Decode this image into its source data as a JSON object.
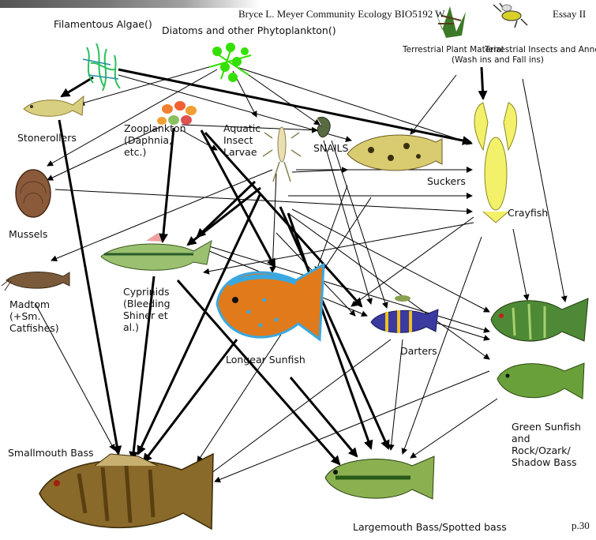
{
  "header": {
    "author_course": "Bryce L. Meyer Community Ecology BIO5192 W",
    "essay": "Essay II",
    "page": "p.30"
  },
  "nodes": {
    "filamentous_algae": "Filamentous Algae()",
    "diatoms": "Diatoms and other Phytoplankton()",
    "terrestrial_plant": "Terrestrial Plant Material",
    "terrestrial_insects": "Terrestrial Insects and Annelids",
    "wash_ins": "(Wash ins and Fall ins)",
    "stonerollers": "Stonerollers",
    "zooplankton": [
      "Zooplankton",
      "(Daphnia,",
      "etc.)"
    ],
    "aquatic_insect": [
      "Aquatic",
      "Insect",
      "Larvae"
    ],
    "snails": "SNAILS",
    "suckers": "Suckers",
    "mussels": "Mussels",
    "crayfish": "Crayfish",
    "madtom": [
      "Madtom",
      "(+Sm.",
      "Catfishes)"
    ],
    "cyprinids": [
      "Cyprinids",
      "(Bleeding",
      "Shiner et",
      "al.)"
    ],
    "longear": "Longear Sunfish",
    "darters": "Darters",
    "green_sunfish": [
      "Green Sunfish",
      "and",
      "Rock/Ozark/",
      "Shadow Bass"
    ],
    "smallmouth": "Smallmouth  Bass",
    "largemouth": "Largemouth Bass/Spotted bass"
  },
  "colors": {
    "arrow": "#000000",
    "algae": "#2bbf5a",
    "diatom": "#34e000",
    "crayfish": "#f3f06a",
    "bass_green": "#4e8a36",
    "smallmouth": "#8a6a2a",
    "sunfish_orange": "#e07a1a",
    "sunfish_blue": "#3aa8e0"
  }
}
